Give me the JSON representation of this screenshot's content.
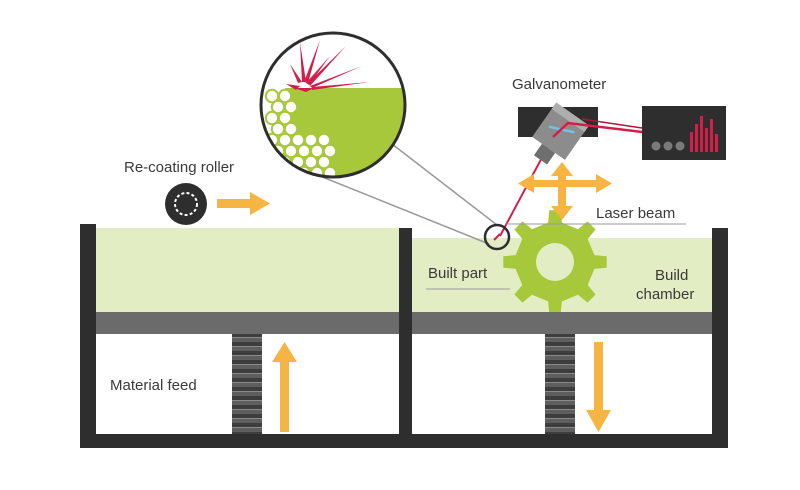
{
  "labels": {
    "galvanometer": "Galvanometer",
    "recoating_roller": "Re-coating roller",
    "laser_beam": "Laser beam",
    "built_part": "Built part",
    "build_chamber_line1": "Build",
    "build_chamber_line2": "chamber",
    "material_feed": "Material feed"
  },
  "colors": {
    "powder": "#e2edc4",
    "part": "#a7c83b",
    "frame": "#2e2e2e",
    "platform": "#6b6b6b",
    "arrow": "#f6b442",
    "laser": "#d41e4a",
    "magnifier_stroke": "#9a9a9a"
  },
  "icons": {
    "roller": "recoating-roller-icon",
    "galvanometer": "galvanometer-icon",
    "controller": "laser-controller-icon",
    "gear": "gear-part-icon"
  }
}
